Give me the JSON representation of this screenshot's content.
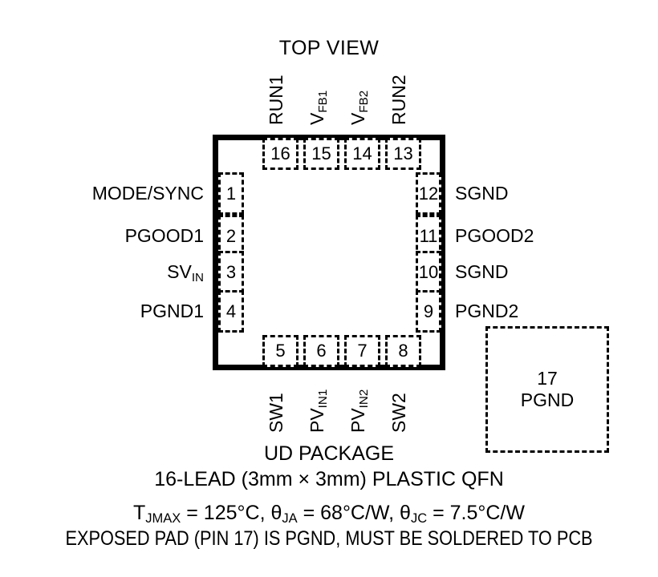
{
  "diagram": {
    "top_view_label": "TOP VIEW",
    "exposed_pad": {
      "number": "17",
      "name": "PGND"
    },
    "package_outline_color": "#000000",
    "background_color": "#ffffff"
  },
  "pins": {
    "left": [
      {
        "number": "1",
        "label": "MODE/SYNC"
      },
      {
        "number": "2",
        "label": "PGOOD1"
      },
      {
        "number": "3",
        "label_main": "SV",
        "label_sub": "IN"
      },
      {
        "number": "4",
        "label": "PGND1"
      }
    ],
    "right": [
      {
        "number": "12",
        "label": "SGND"
      },
      {
        "number": "11",
        "label": "PGOOD2"
      },
      {
        "number": "10",
        "label": "SGND"
      },
      {
        "number": "9",
        "label": "PGND2"
      }
    ],
    "top": [
      {
        "number": "16",
        "label_main": "RUN1",
        "label_sub": ""
      },
      {
        "number": "15",
        "label_main": "V",
        "label_sub": "FB1"
      },
      {
        "number": "14",
        "label_main": "V",
        "label_sub": "FB2"
      },
      {
        "number": "13",
        "label_main": "RUN2",
        "label_sub": ""
      }
    ],
    "bottom": [
      {
        "number": "5",
        "label_main": "SW1",
        "label_sub": ""
      },
      {
        "number": "6",
        "label_main": "PV",
        "label_sub": "IN1"
      },
      {
        "number": "7",
        "label_main": "PV",
        "label_sub": "IN2"
      },
      {
        "number": "8",
        "label_main": "SW2",
        "label_sub": ""
      }
    ]
  },
  "captions": {
    "package_name": "UD PACKAGE",
    "package_desc": "16-LEAD (3mm × 3mm) PLASTIC QFN",
    "thermal": {
      "tjmax_prefix": "T",
      "tjmax_sub": "JMAX",
      "tjmax_value": " = 125°C, ",
      "theta_ja_symbol": "θ",
      "theta_ja_sub": "JA",
      "theta_ja_value": " = 68°C/W, ",
      "theta_jc_symbol": "θ",
      "theta_jc_sub": "JC",
      "theta_jc_value": " = 7.5°C/W"
    },
    "exposed_pad_note": "EXPOSED PAD (PIN 17) IS PGND, MUST BE SOLDERED TO PCB"
  }
}
